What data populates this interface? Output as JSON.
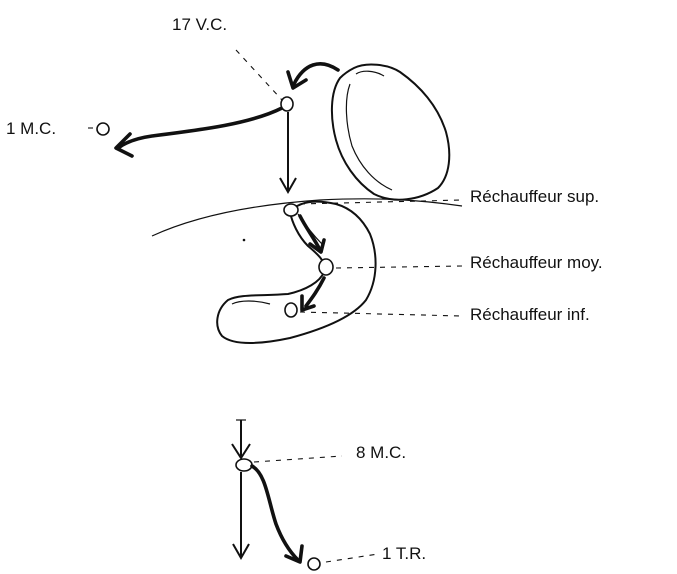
{
  "labels": {
    "top_point": "17 V.C.",
    "left_point": "1 M.C.",
    "upper_heater": "Réchauffeur sup.",
    "middle_heater": "Réchauffeur moy.",
    "lower_heater": "Réchauffeur inf.",
    "lower_point": "8 M.C.",
    "bottom_point": "1 T.R."
  }
}
